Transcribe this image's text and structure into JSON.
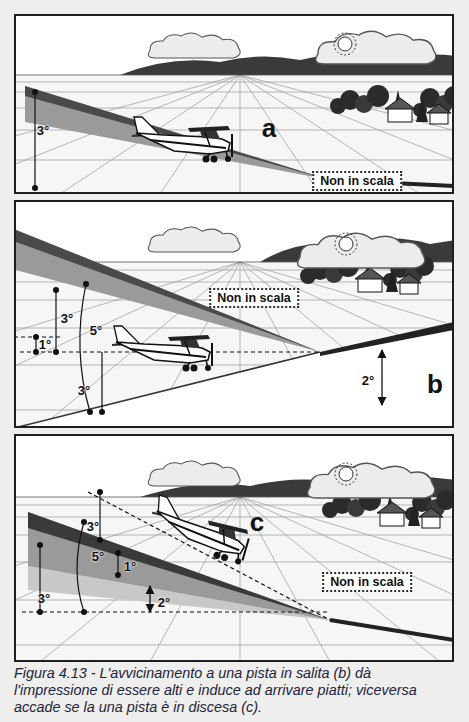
{
  "diagram": {
    "caption": "Figura 4.13 - L'avvicinamento a una pista in salita (b) dà l'impressione di essere alti e induce ad arrivare piatti; viceversa accade se la una pista è in discesa (c).",
    "nodes": [
      {
        "text": [
          "a"
        ]
      },
      {
        "text": [
          "Non in scala"
        ],
        "in": 0
      },
      {
        "text": [
          "b"
        ]
      },
      {
        "text": [
          "Non in scala"
        ],
        "in": 2
      },
      {
        "text": [
          "c"
        ]
      },
      {
        "text": [
          "Non in scala"
        ],
        "in": 4
      }
    ],
    "labels": [
      "3°",
      "3°",
      "1°",
      "5°",
      "3°",
      "2°",
      "3°",
      "5°",
      "1°",
      "3°",
      "2°"
    ]
  }
}
